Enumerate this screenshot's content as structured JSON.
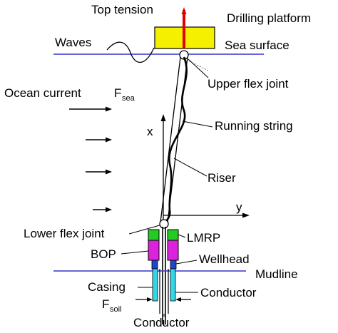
{
  "labels": {
    "top_tension": "Top tension",
    "drilling_platform": "Drilling platform",
    "waves": "Waves",
    "sea_surface": "Sea surface",
    "upper_flex_joint": "Upper flex joint",
    "ocean_current": "Ocean current",
    "f_sea_main": "F",
    "f_sea_sub": "sea",
    "x_axis": "x",
    "running_string": "Running string",
    "riser": "Riser",
    "y_axis": "y",
    "lower_flex_joint": "Lower flex joint",
    "lmrp": "LMRP",
    "bop": "BOP",
    "wellhead": "Wellhead",
    "mudline": "Mudline",
    "casing": "Casing",
    "conductor_right": "Conductor",
    "f_soil_main": "F",
    "f_soil_sub": "soil",
    "conductor_bottom": "Conductor"
  },
  "colors": {
    "platform": "#f5f000",
    "tension_rod": "#e00000",
    "water_line": "#3333cc",
    "lmrp": "#22cc22",
    "bop": "#dd22dd",
    "wellhead": "#2244cc",
    "casing": "#33d6e8",
    "line": "#000000"
  }
}
